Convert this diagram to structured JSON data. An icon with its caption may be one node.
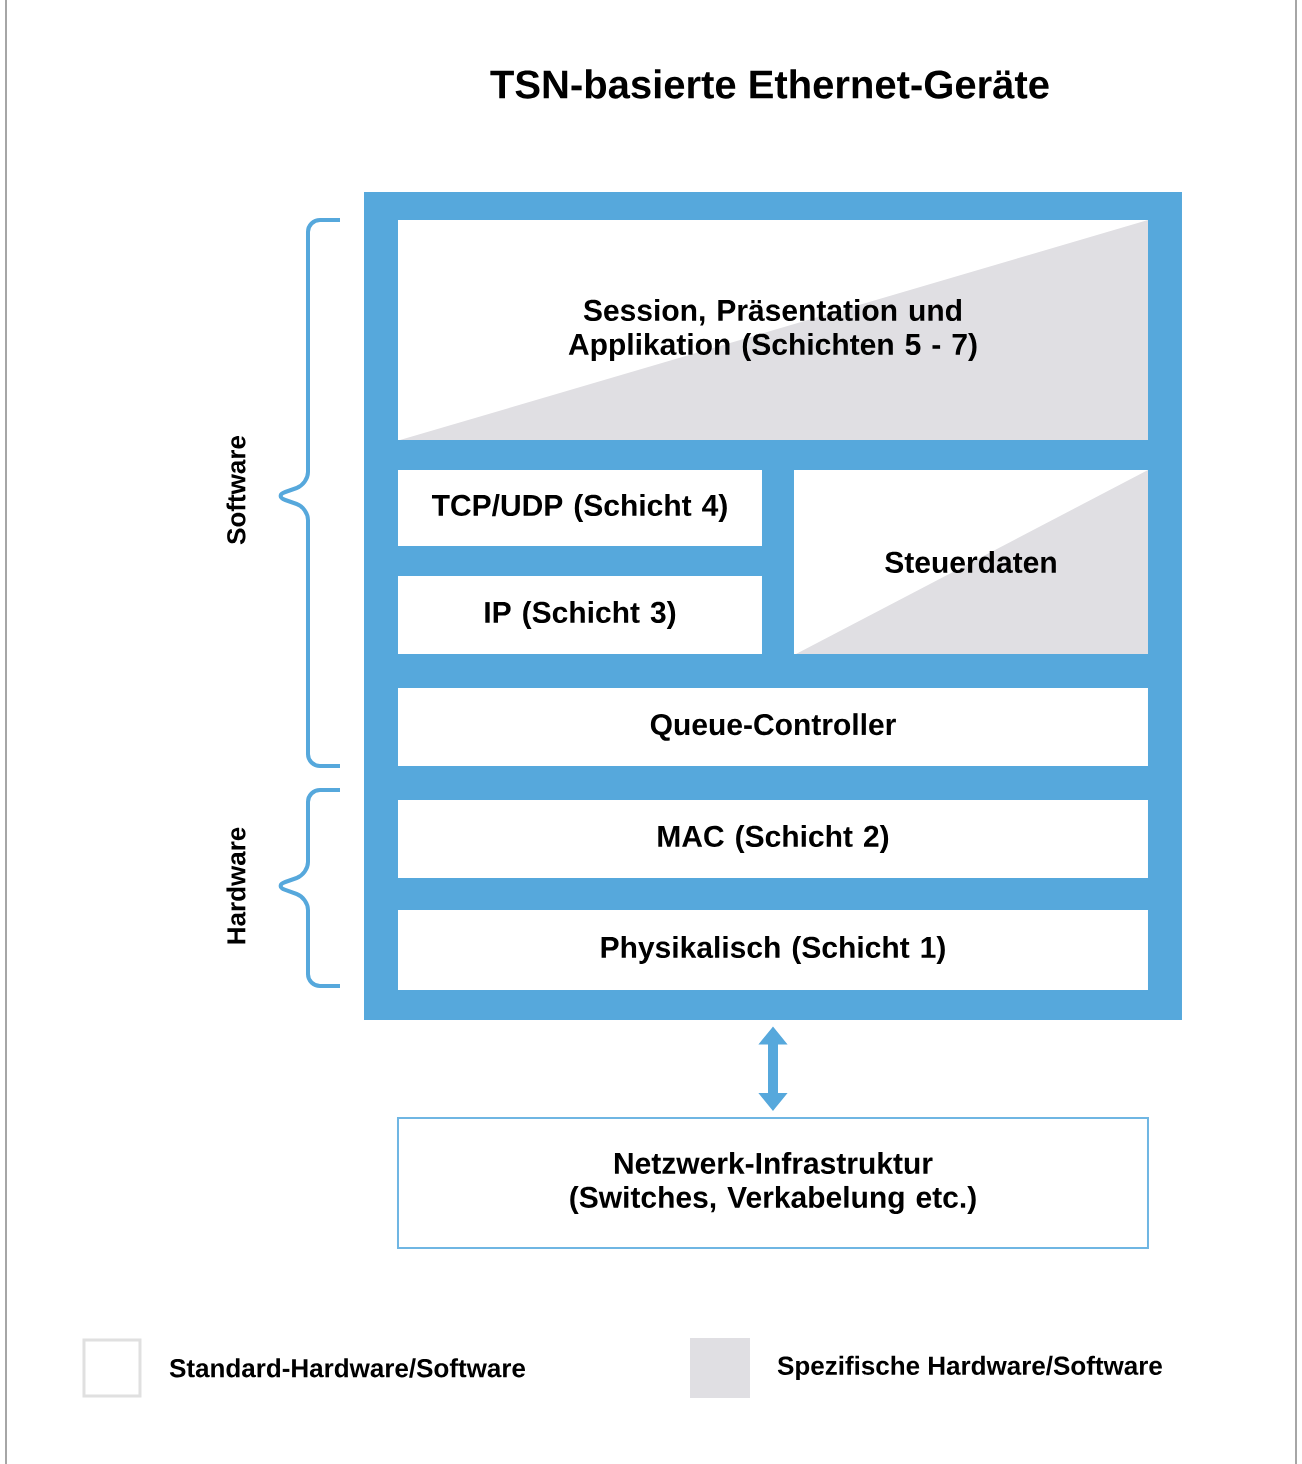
{
  "diagram": {
    "title": "TSN-basierte Ethernet-Geräte",
    "nodes": [
      {
        "text": [],
        "shape": "box"
      },
      {
        "text": [
          "Session, Präsentation und Applikation (Schichten 5 - 7)"
        ],
        "in": 0
      },
      {
        "text": [
          "TCP/UDP (Schicht 4)"
        ],
        "in": 0
      },
      {
        "text": [
          "IP (Schicht 3)"
        ],
        "in": 0
      },
      {
        "text": [
          "Steuerdaten"
        ],
        "in": 0
      },
      {
        "text": [
          "Queue-Controller"
        ],
        "in": 0
      },
      {
        "text": [
          "MAC (Schicht 2)"
        ],
        "in": 0
      },
      {
        "text": [
          "Physikalisch (Schicht 1)"
        ],
        "in": 0
      },
      {
        "text": [
          "Netzwerk-Infrastruktur (Switches, Verkabelung etc.)"
        ]
      }
    ],
    "edges": [
      {
        "from": 0,
        "to": 8,
        "arrow": "both"
      }
    ],
    "labels": [
      "Software",
      "Hardware"
    ],
    "legend": [
      {
        "text": "Standard-Hardware/Software",
        "color": "#ffffff"
      },
      {
        "text": "Spezifische Hardware/Software",
        "color": "#e0dfe3"
      }
    ]
  }
}
